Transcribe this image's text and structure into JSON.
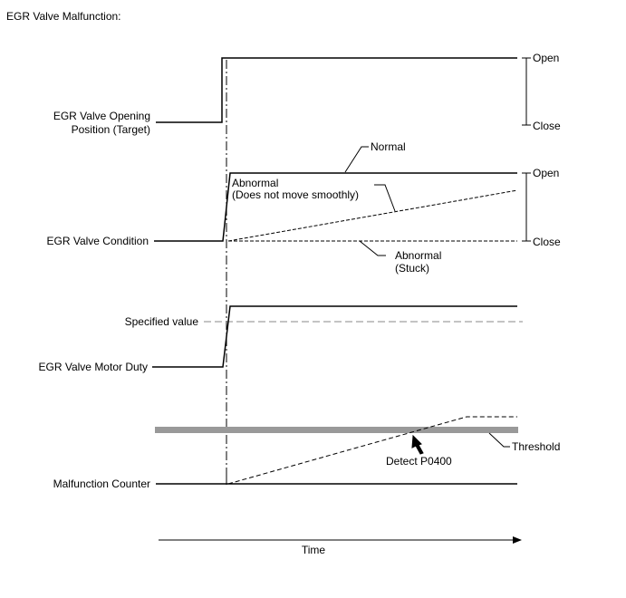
{
  "title": "EGR Valve Malfunction:",
  "signals": {
    "target": {
      "label_line1": "EGR Valve Opening",
      "label_line2": "Position (Target)"
    },
    "condition": {
      "label": "EGR Valve Condition"
    },
    "duty": {
      "label": "EGR Valve Motor Duty"
    },
    "counter": {
      "label": "Malfunction Counter"
    }
  },
  "scale": {
    "open_top": "Open",
    "close_top": "Close",
    "open_mid": "Open",
    "close_mid": "Close"
  },
  "annotations": {
    "normal": "Normal",
    "abnormal_smooth_line1": "Abnormal",
    "abnormal_smooth_line2": "(Does not move smoothly)",
    "abnormal_stuck_line1": "Abnormal",
    "abnormal_stuck_line2": "(Stuck)",
    "specified_value": "Specified value",
    "threshold": "Threshold",
    "detect": "Detect P0400"
  },
  "axis": {
    "time_label": "Time"
  },
  "colors": {
    "line": "#000000",
    "threshold_bar": "#999999",
    "specified_dash": "#888888"
  }
}
